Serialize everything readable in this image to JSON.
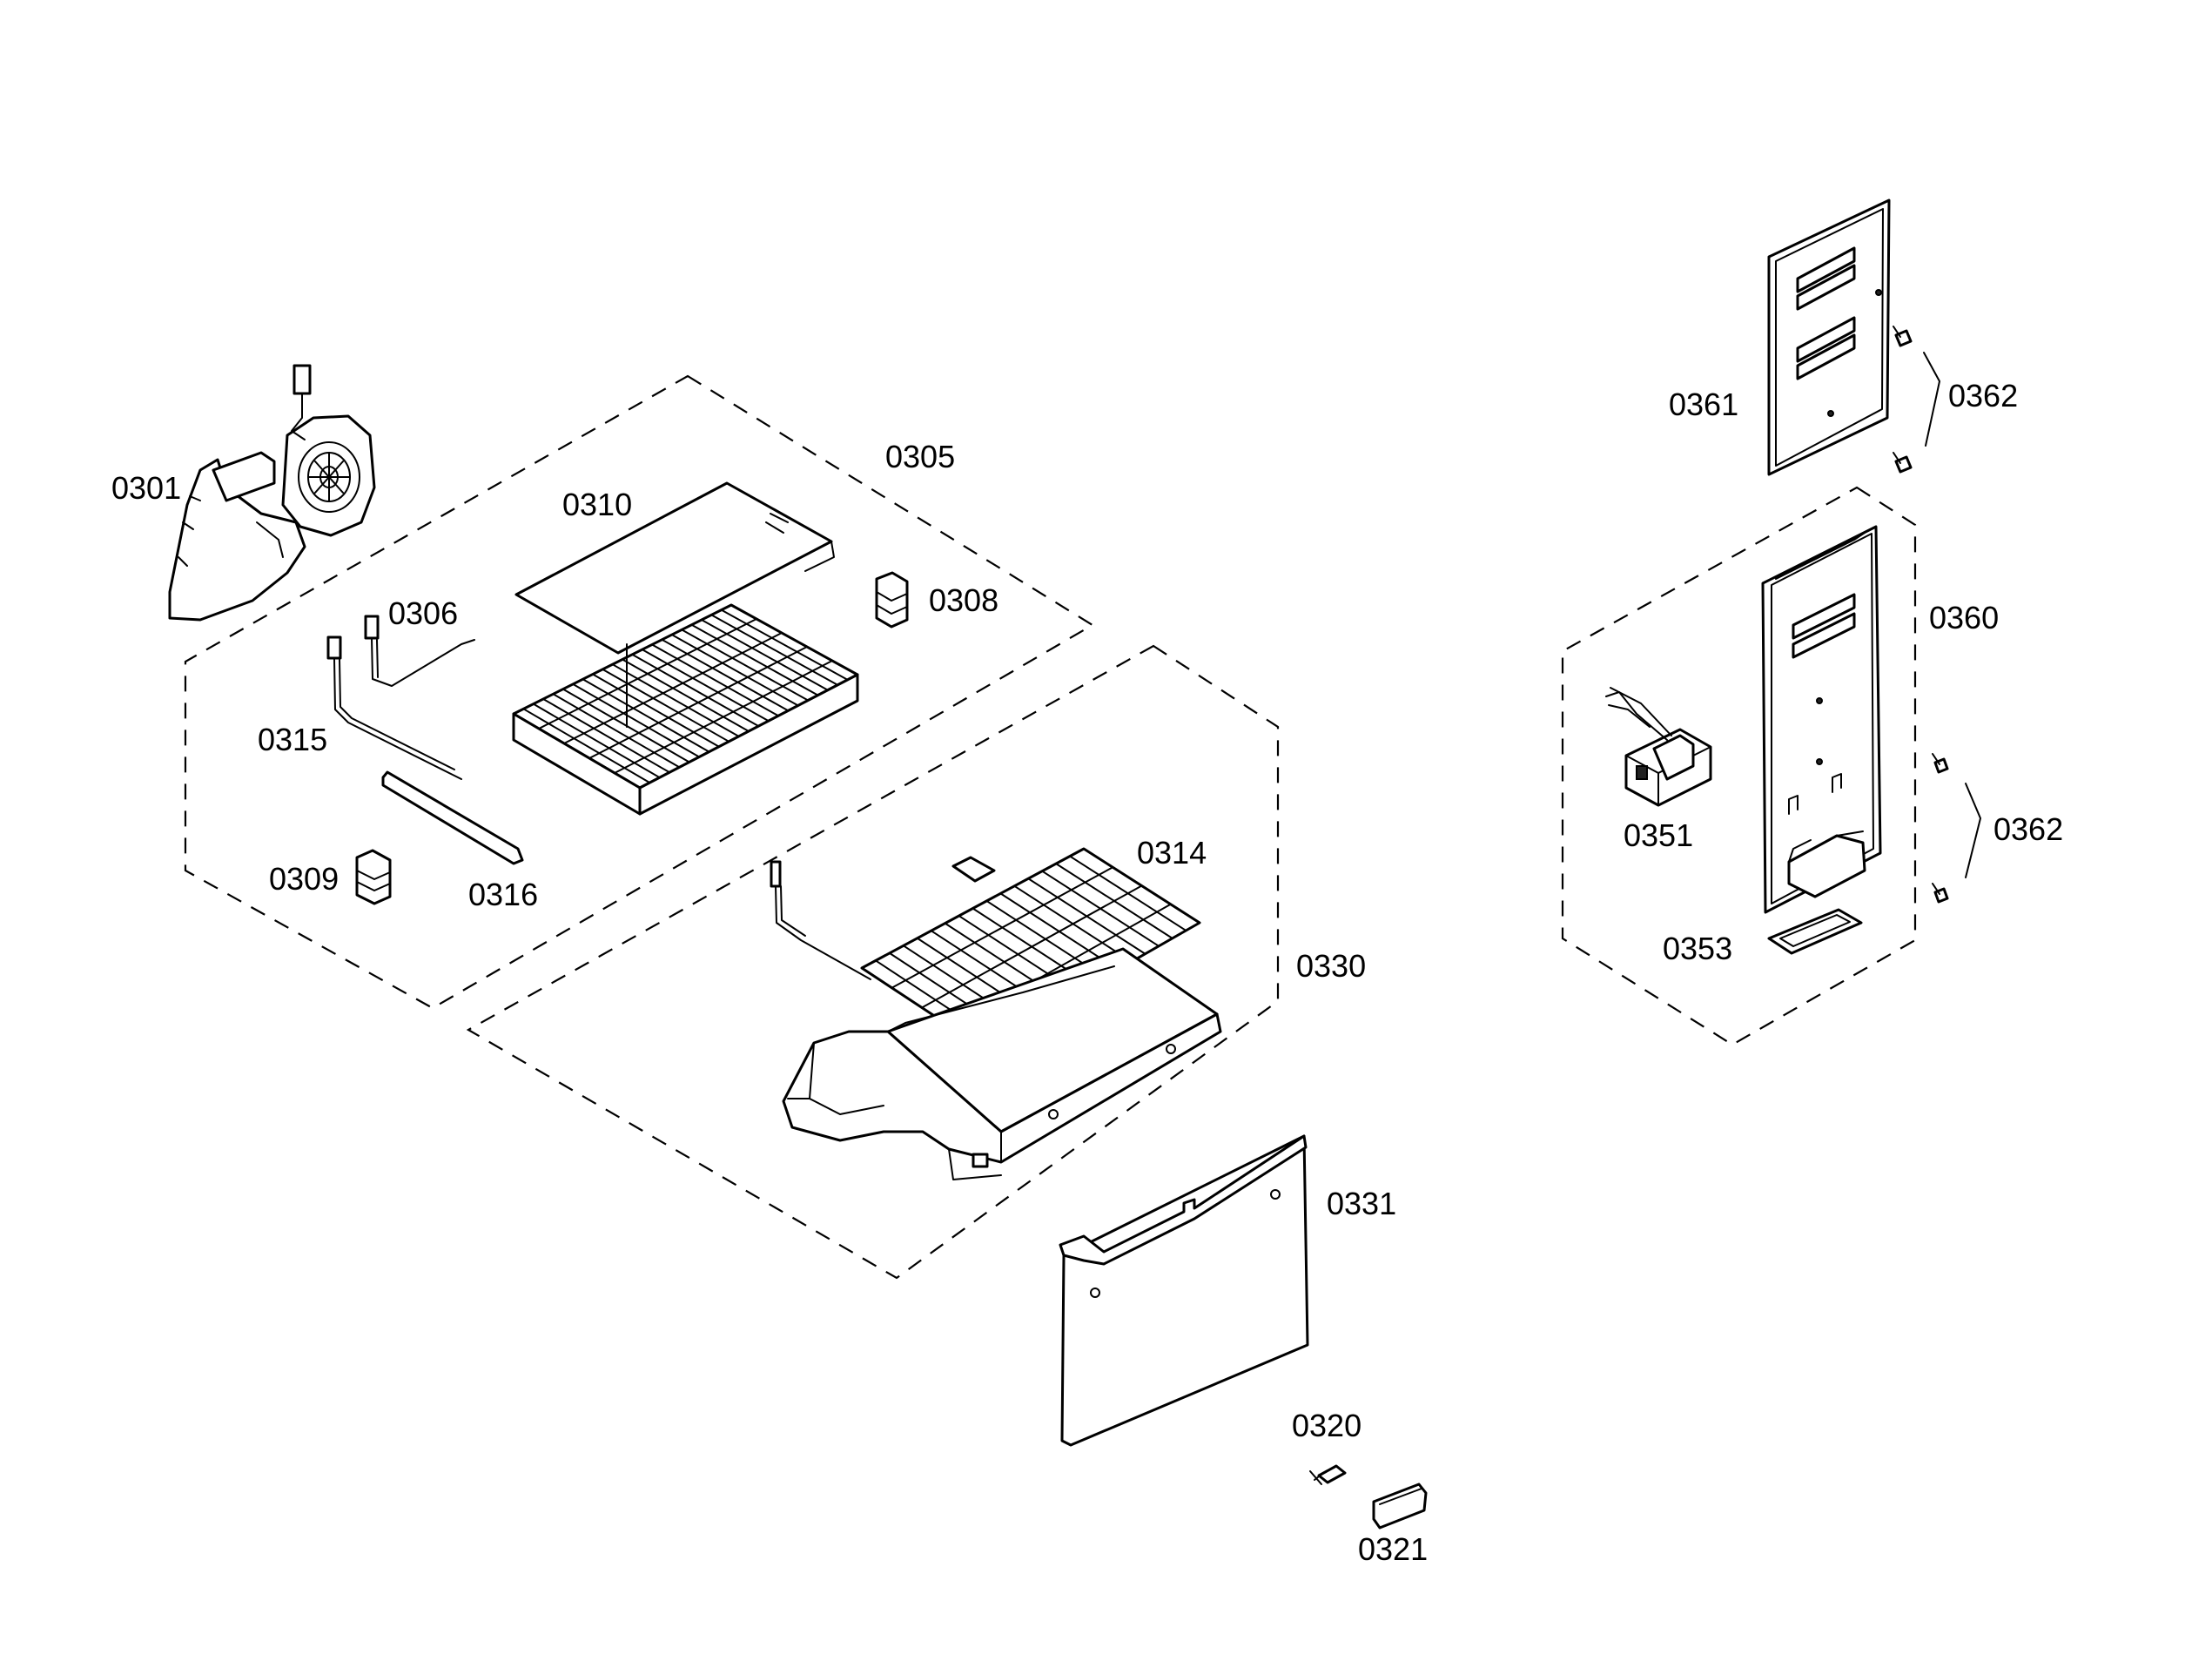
{
  "labels": {
    "p0301": "0301",
    "p0305": "0305",
    "p0306": "0306",
    "p0308": "0308",
    "p0309": "0309",
    "p0310": "0310",
    "p0314": "0314",
    "p0315": "0315",
    "p0316": "0316",
    "p0320": "0320",
    "p0321": "0321",
    "p0330": "0330",
    "p0331": "0331",
    "p0351": "0351",
    "p0353": "0353",
    "p0360": "0360",
    "p0361": "0361",
    "p0362_top": "0362",
    "p0362_bottom": "0362"
  }
}
